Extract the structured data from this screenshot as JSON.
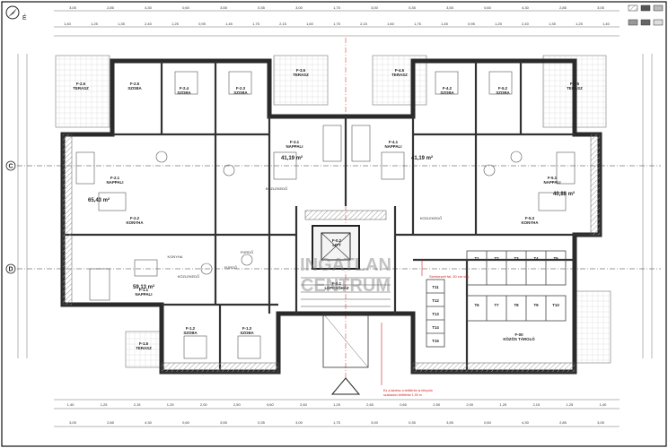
{
  "grid_letters": [
    "C",
    "D"
  ],
  "north_label": "É",
  "watermark": {
    "line1": "INGATLAN",
    "line2": "CENTRUM"
  },
  "top_dims_row1": [
    "3,05",
    "2,85",
    "4,30",
    "0,60",
    "3,55",
    "0,35",
    "3,00",
    "1,75",
    "3,00",
    "0,35",
    "3,55",
    "0,60",
    "4,30",
    "2,85",
    "3,05"
  ],
  "top_dims_row2": [
    "1,40",
    "1,25",
    "1,35",
    "2,40",
    "1,25",
    "0,95",
    "1,45",
    "1,75",
    "2,15",
    "1,60",
    "1,75",
    "2,15",
    "1,60",
    "1,75",
    "1,45",
    "0,95",
    "1,25",
    "2,40",
    "1,35",
    "1,25",
    "1,40"
  ],
  "bottom_dims_row1": [
    "1,40",
    "1,25",
    "2,15",
    "1,25",
    "2,00",
    "2,50",
    "0,60",
    "2,60",
    "1,25",
    "2,60",
    "0,60",
    "2,50",
    "2,00",
    "1,25",
    "2,15",
    "1,25",
    "1,40"
  ],
  "bottom_dims_row2": [
    "3,05",
    "2,85",
    "4,30",
    "0,60",
    "3,55",
    "0,35",
    "3,00",
    "1,75",
    "3,00",
    "0,35",
    "3,55",
    "0,60",
    "4,30",
    "2,85",
    "3,05"
  ],
  "areas": [
    "65,43 m²",
    "41,19 m²",
    "41,19 m²",
    "40,88 m²",
    "59,13 m²"
  ],
  "rooms": [
    {
      "id": "F-2.6",
      "name": "TERASZ"
    },
    {
      "id": "F-2.4",
      "name": "SZOBA"
    },
    {
      "id": "F-2.3",
      "name": "SZOBA"
    },
    {
      "id": "F-2.5",
      "name": "SZOBA"
    },
    {
      "id": "F-3.5",
      "name": "TERASZ"
    },
    {
      "id": "F-4.5",
      "name": "TERASZ"
    },
    {
      "id": "F-4.2",
      "name": "SZOBA"
    },
    {
      "id": "F-5.2",
      "name": "SZOBA"
    },
    {
      "id": "F-5.5",
      "name": "TERASZ"
    },
    {
      "id": "F-3.1",
      "name": "NAPPALI"
    },
    {
      "id": "F-4.1",
      "name": "NAPPALI"
    },
    {
      "id": "F-2.1",
      "name": "NAPPALI"
    },
    {
      "id": "F-5.1",
      "name": "NAPPALI"
    },
    {
      "id": "F-2.2",
      "name": "KONYHA"
    },
    {
      "id": "F-5.3",
      "name": "KONYHA"
    },
    {
      "id": "F-0.2",
      "name": "LIFT"
    },
    {
      "id": "F-0.1",
      "name": "LÉPCSŐHÁZ"
    },
    {
      "id": "F-1.1",
      "name": "NAPPALI"
    },
    {
      "id": "F-1.2",
      "name": "SZOBA"
    },
    {
      "id": "F-1.3",
      "name": "SZOBA"
    },
    {
      "id": "F-1.5",
      "name": "TERASZ"
    },
    {
      "id": "F-00",
      "name": "KÖZÖS TÁROLÓ"
    }
  ],
  "storage_labels": [
    "T1",
    "T2",
    "T3",
    "T4",
    "T5",
    "T6",
    "T7",
    "T8",
    "T9",
    "T10",
    "T11",
    "T12",
    "T13",
    "T14",
    "T15"
  ],
  "misc_labels": [
    "KÖZLEKEDŐ",
    "FÜRDŐ",
    "KÖZLEKEDŐ",
    "KONYHA",
    "FÜRDŐ",
    "KÖZLEKEDŐ"
  ],
  "notes": [
    "Szerkezeti fal, 30 cm vtg.",
    "Ez a lakrész a tetőtérbe is felnyúló",
    "szabadon tetőtérbe 1,90 m"
  ],
  "colors": {
    "wall": "#2a2a2a",
    "hatch": "#8a8a8a",
    "accent": "#d21f1f",
    "frame": "#111111"
  }
}
